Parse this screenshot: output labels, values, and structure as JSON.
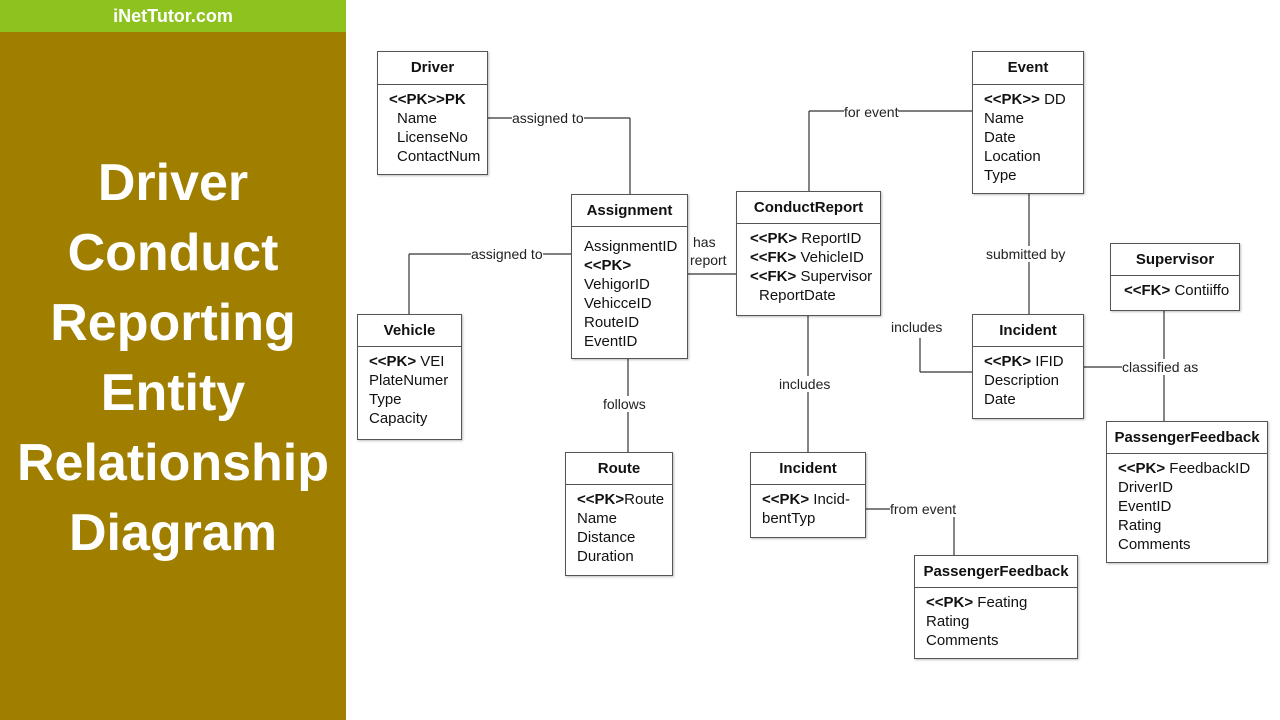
{
  "branding": {
    "site": "iNetTutor.com"
  },
  "title_lines": [
    "Driver",
    "Conduct",
    "Reporting",
    "Entity",
    "Relationship",
    "Diagram"
  ],
  "colors": {
    "sidebar_bg": "#a07e00",
    "brand_bar_bg": "#8ec21f",
    "text_light": "#ffffff",
    "line": "#333333"
  },
  "entities": {
    "driver": {
      "name": "Driver",
      "attributes": [
        {
          "tag": "<<PK>>",
          "text": "PK"
        },
        {
          "text": "Name"
        },
        {
          "text": "LicenseNo"
        },
        {
          "text": "ContactNum"
        }
      ]
    },
    "event": {
      "name": "Event",
      "attributes": [
        {
          "tag": "<<PK>>",
          "text": "DD"
        },
        {
          "text": "Name"
        },
        {
          "text": "Date"
        },
        {
          "text": "Location"
        },
        {
          "text": "Type"
        }
      ]
    },
    "assignment": {
      "name": "Assignment",
      "attributes": [
        {
          "text": "AssignmentID"
        },
        {
          "tag": "<<PK>"
        },
        {
          "text": "VehigorID"
        },
        {
          "text": "VehicceID"
        },
        {
          "text": "RouteID"
        },
        {
          "text": "EventID"
        }
      ]
    },
    "conduct_report": {
      "name": "ConductReport",
      "attributes": [
        {
          "tag": "<<PK>",
          "text": "ReportID"
        },
        {
          "tag": "<<FK>",
          "text": "VehicleID"
        },
        {
          "tag": "<<FK>",
          "text": "Supervisor"
        },
        {
          "text": "ReportDate"
        }
      ]
    },
    "supervisor": {
      "name": "Supervisor",
      "attributes": [
        {
          "tag": "<<FK>",
          "text": "Contiiffo"
        }
      ]
    },
    "vehicle": {
      "name": "Vehicle",
      "attributes": [
        {
          "tag": "<<PK>",
          "text": "VEI"
        },
        {
          "text": "PlateNumer"
        },
        {
          "text": "Type"
        },
        {
          "text": "Capacity"
        }
      ]
    },
    "incident_right": {
      "name": "Incident",
      "attributes": [
        {
          "tag": "<<PK>",
          "text": "IFID"
        },
        {
          "text": "Description"
        },
        {
          "text": "Date"
        }
      ]
    },
    "route": {
      "name": "Route",
      "attributes": [
        {
          "tag": "<<PK>",
          "text": "Route"
        },
        {
          "text": "Name"
        },
        {
          "text": "Distance"
        },
        {
          "text": "Duration"
        }
      ]
    },
    "incident_center": {
      "name": "Incident",
      "attributes": [
        {
          "tag": "<<PK>",
          "text": "Incid-"
        },
        {
          "text": "bentTyp"
        }
      ]
    },
    "feedback_right": {
      "name": "PassengerFeedback",
      "attributes": [
        {
          "tag": "<<PK>",
          "text": "FeedbackID"
        },
        {
          "text": "DriverID"
        },
        {
          "text": "EventID"
        },
        {
          "text": "Rating"
        },
        {
          "text": "Comments"
        }
      ]
    },
    "feedback_bottom": {
      "name": "PassengerFeedback",
      "attributes": [
        {
          "tag": "<<PK>",
          "text": "Feating"
        },
        {
          "text": "Rating"
        },
        {
          "text": "Comments"
        }
      ]
    }
  },
  "relationships": {
    "driver_assignment": "assigned to",
    "vehicle_assignment": "assigned to",
    "assignment_report_1": "has",
    "assignment_report_2": "report",
    "report_event": "for event",
    "event_incident": "submitted by",
    "incident_includes": "includes",
    "incident_supervisor": "classified as",
    "assignment_route": "follows",
    "report_incident": "includes",
    "incident_feedback": "from event"
  }
}
